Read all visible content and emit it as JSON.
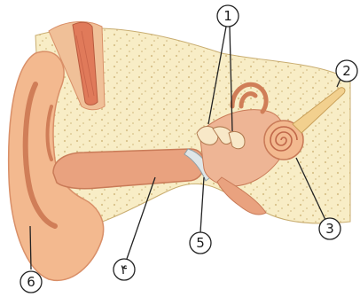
{
  "labels": {
    "ossicles": "1",
    "eustachian_tube": "2",
    "cochlea": "3",
    "ear_canal": "۴",
    "eardrum": "5",
    "pinna": "6"
  },
  "colors": {
    "skin": "#f3b98f",
    "skin_dark": "#e09a72",
    "bone": "#f8edc6",
    "bone_speckle": "#d8c28a",
    "canal": "#e9a27f",
    "muscle": "#e07a5a",
    "tube": "#f2d08e",
    "membrane": "#dfe6e8"
  }
}
